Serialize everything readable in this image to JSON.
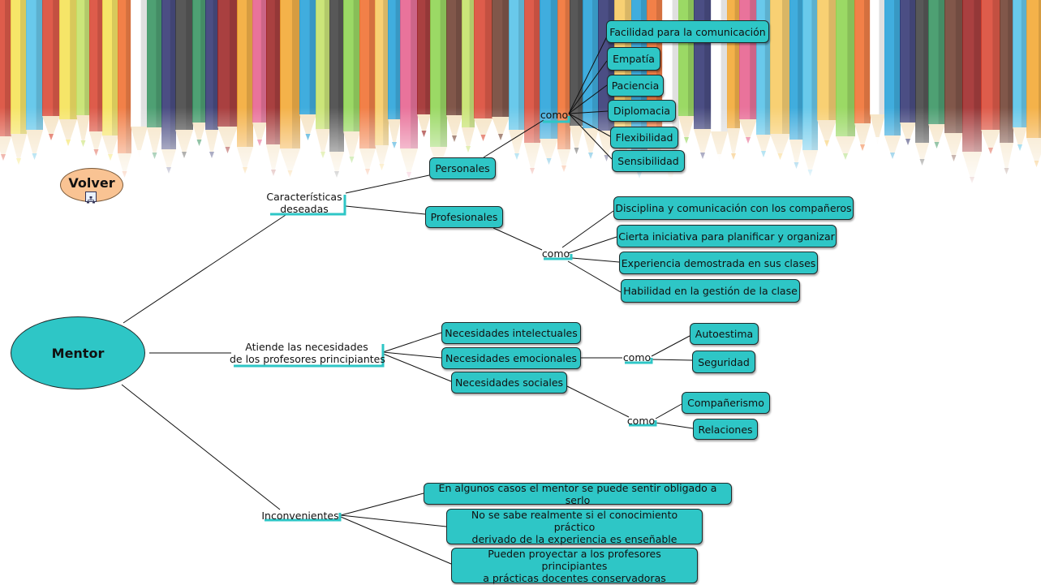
{
  "volver": {
    "label": "Volver",
    "icon": "concept-map-link-icon"
  },
  "root": {
    "label": "Mentor"
  },
  "linking_phrases": {
    "caracteristicas": [
      "Características",
      "deseadas"
    ],
    "atiende": [
      "Atiende las necesidades",
      "de los profesores principiantes"
    ],
    "inconvenientes": [
      "Inconvenientes"
    ],
    "como_personales": "como",
    "como_profesionales": "como",
    "como_emocionales": "como",
    "como_sociales": "como"
  },
  "concepts": {
    "personales": "Personales",
    "profesionales": "Profesionales",
    "personales_items": [
      "Facilidad para la comunicación",
      "Empatía",
      "Paciencia",
      "Diplomacia",
      "Flexibilidad",
      "Sensibilidad"
    ],
    "profesionales_items": [
      "Disciplina y comunicación con los compañeros",
      "Cierta iniciativa para planificar y organizar",
      "Experiencia demostrada en sus clases",
      "Habilidad en la gestión de la clase"
    ],
    "necesidades": [
      "Necesidades intelectuales",
      "Necesidades emocionales",
      "Necesidades sociales"
    ],
    "emocionales_items": [
      "Autoestima",
      "Seguridad"
    ],
    "sociales_items": [
      "Compañerismo",
      "Relaciones"
    ],
    "inconvenientes_items": [
      [
        "En algunos casos el mentor se puede sentir obligado a serlo"
      ],
      [
        "No se sabe realmente si el conocimiento práctico",
        "derivado de la experiencia es enseñable"
      ],
      [
        "Pueden proyectar a los profesores principiantes",
        "a prácticas docentes conservadoras"
      ]
    ]
  },
  "colors": {
    "node_fill": "#2ec6c6",
    "volver_fill": "#f9c393",
    "underline": "#2ec6c6",
    "line": "#111111"
  },
  "background": {
    "image": "colored-pencils-banner"
  }
}
